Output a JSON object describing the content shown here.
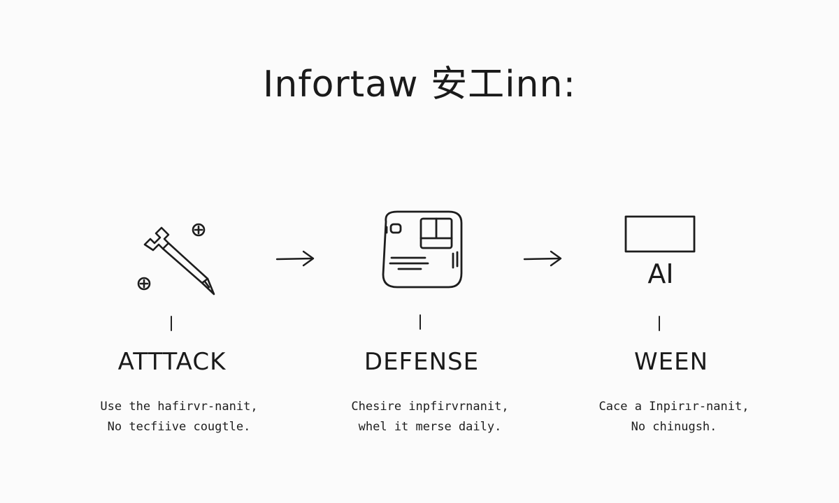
{
  "title": "Infortaw 安工inn:",
  "stages": [
    {
      "label": "ATTTACK",
      "description": [
        "Use the hafirvr-nanit,",
        "No tecfiive cougtle."
      ],
      "icon": "wrench-pen-icon"
    },
    {
      "label": "DEFENSE",
      "description": [
        "Chesire inpfirvrnanit,",
        "whel it merse daily."
      ],
      "icon": "device-screen-icon"
    },
    {
      "label": "WEEN",
      "description": [
        "Cace a Inpirır-nanit,",
        "No chinugsh."
      ],
      "icon": "monitor-box-icon",
      "icon_caption": "AI"
    }
  ],
  "colors": {
    "background": "#fbfbfb",
    "ink": "#1d1d1d"
  }
}
